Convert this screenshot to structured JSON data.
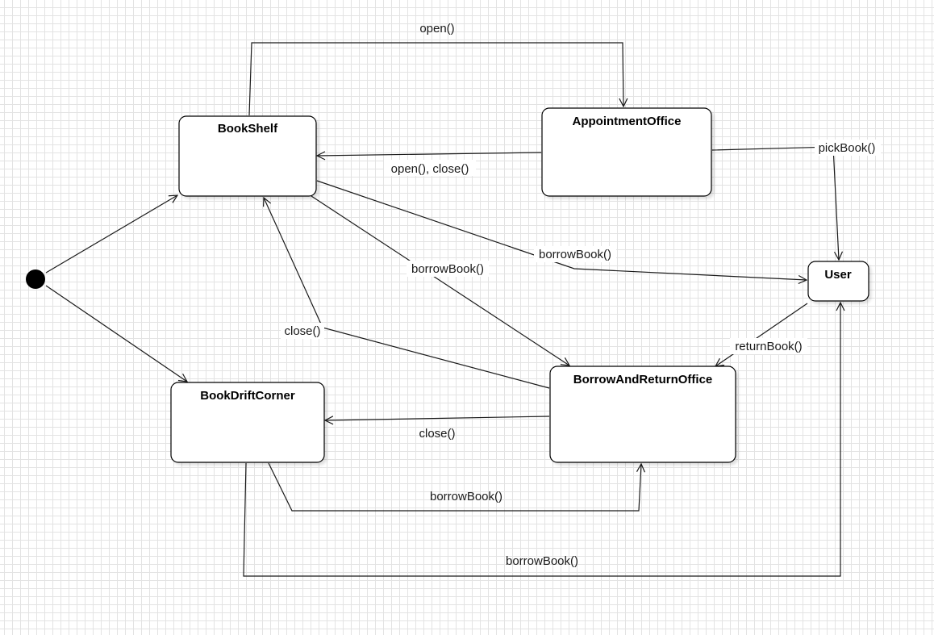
{
  "diagram": {
    "type": "uml-state-machine",
    "initial_state": "start",
    "states": [
      {
        "id": "bookshelf",
        "name": "BookShelf"
      },
      {
        "id": "appointment",
        "name": "AppointmentOffice"
      },
      {
        "id": "user",
        "name": "User"
      },
      {
        "id": "drift",
        "name": "BookDriftCorner"
      },
      {
        "id": "borrowreturn",
        "name": "BorrowAndReturnOffice"
      }
    ],
    "transitions": [
      {
        "from": "start",
        "to": "bookshelf",
        "label": ""
      },
      {
        "from": "start",
        "to": "drift",
        "label": ""
      },
      {
        "from": "bookshelf",
        "to": "appointment",
        "label": "open()"
      },
      {
        "from": "appointment",
        "to": "bookshelf",
        "label": "open(), close()"
      },
      {
        "from": "appointment",
        "to": "user",
        "label": "pickBook()"
      },
      {
        "from": "bookshelf",
        "to": "user",
        "label": "borrowBook()"
      },
      {
        "from": "bookshelf",
        "to": "borrowreturn",
        "label": "borrowBook()"
      },
      {
        "from": "borrowreturn",
        "to": "bookshelf",
        "label": "close()"
      },
      {
        "from": "user",
        "to": "borrowreturn",
        "label": "returnBook()"
      },
      {
        "from": "borrowreturn",
        "to": "drift",
        "label": "close()"
      },
      {
        "from": "drift",
        "to": "borrowreturn",
        "label": "borrowBook()"
      },
      {
        "from": "drift",
        "to": "user",
        "label": "borrowBook()"
      }
    ]
  }
}
